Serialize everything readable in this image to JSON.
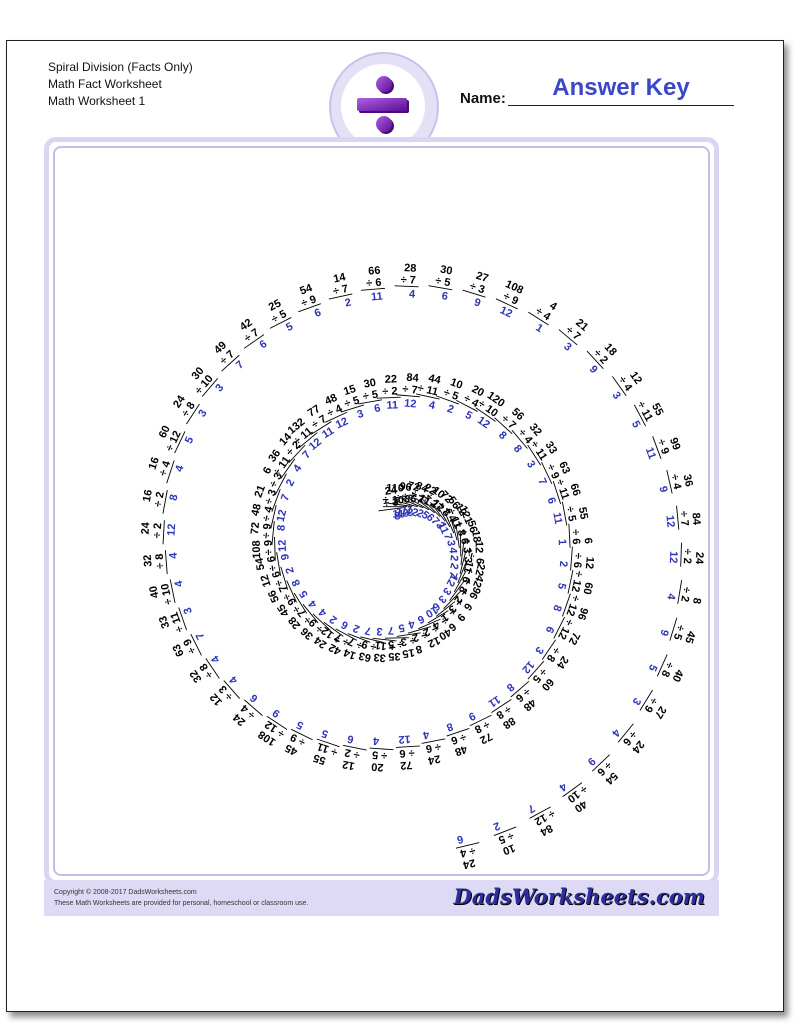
{
  "header": {
    "line1": "Spiral Division (Facts Only)",
    "line2": "Math Fact Worksheet",
    "line3": "Math Worksheet 1"
  },
  "name_label": "Name:",
  "answer_key": "Answer Key",
  "footer": {
    "copyright": "Copyright © 2008-2017 DadsWorksheets.com",
    "note": "These Math Worksheets are provided for personal, homeschool or classroom use.",
    "logo": "DadsWorksheets.com"
  },
  "colors": {
    "answer": "#2f35b8",
    "emblem": "#7a1fb8",
    "frame": "#d9d5f4"
  },
  "icons": [
    "division-symbol-icon"
  ],
  "problems": [
    {
      "a": "24",
      "b": "3",
      "ans": "8"
    },
    {
      "a": "110",
      "b": "10",
      "ans": "11"
    },
    {
      "a": "96",
      "b": "8",
      "ans": "12"
    },
    {
      "a": "72",
      "b": "6",
      "ans": "12"
    },
    {
      "a": "84",
      "b": "7",
      "ans": "12"
    },
    {
      "a": "22",
      "b": "11",
      "ans": "2"
    },
    {
      "a": "10",
      "b": "2",
      "ans": "5"
    },
    {
      "a": "72",
      "b": "12",
      "ans": "6"
    },
    {
      "a": "56",
      "b": "8",
      "ans": "7"
    },
    {
      "a": "12",
      "b": "4",
      "ans": "3"
    },
    {
      "a": "121",
      "b": "11",
      "ans": "11"
    },
    {
      "a": "56",
      "b": "8",
      "ans": "7"
    },
    {
      "a": "18",
      "b": "6",
      "ans": "3"
    },
    {
      "a": "12",
      "b": "3",
      "ans": "4"
    },
    {
      "a": "6",
      "b": "3",
      "ans": "2"
    },
    {
      "a": "22",
      "b": "11",
      "ans": "2"
    },
    {
      "a": "42",
      "b": "6",
      "ans": "7"
    },
    {
      "a": "96",
      "b": "8",
      "ans": "12"
    },
    {
      "a": "6",
      "b": "2",
      "ans": "3"
    },
    {
      "a": "9",
      "b": "3",
      "ans": "3"
    },
    {
      "a": "6",
      "b": "1",
      "ans": "6"
    },
    {
      "a": "40",
      "b": "4",
      "ans": "10"
    },
    {
      "a": "12",
      "b": "2",
      "ans": "6"
    },
    {
      "a": "8",
      "b": "2",
      "ans": "4"
    },
    {
      "a": "15",
      "b": "3",
      "ans": "5"
    },
    {
      "a": "35",
      "b": "5",
      "ans": "7"
    },
    {
      "a": "33",
      "b": "11",
      "ans": "3"
    },
    {
      "a": "63",
      "b": "9",
      "ans": "7"
    },
    {
      "a": "14",
      "b": "7",
      "ans": "2"
    },
    {
      "a": "42",
      "b": "7",
      "ans": "6"
    },
    {
      "a": "24",
      "b": "12",
      "ans": "2"
    },
    {
      "a": "36",
      "b": "9",
      "ans": "4"
    },
    {
      "a": "28",
      "b": "7",
      "ans": "4"
    },
    {
      "a": "45",
      "b": "9",
      "ans": "5"
    },
    {
      "a": "56",
      "b": "7",
      "ans": "8"
    },
    {
      "a": "12",
      "b": "6",
      "ans": "2"
    },
    {
      "a": "54",
      "b": "6",
      "ans": "9"
    },
    {
      "a": "108",
      "b": "9",
      "ans": "12"
    },
    {
      "a": "72",
      "b": "9",
      "ans": "8"
    },
    {
      "a": "48",
      "b": "4",
      "ans": "12"
    },
    {
      "a": "21",
      "b": "3",
      "ans": "7"
    },
    {
      "a": "6",
      "b": "3",
      "ans": "2"
    },
    {
      "a": "36",
      "b": "11",
      "ans": "4"
    },
    {
      "a": "14",
      "b": "2",
      "ans": "7"
    },
    {
      "a": "132",
      "b": "11",
      "ans": "12"
    },
    {
      "a": "77",
      "b": "7",
      "ans": "11"
    },
    {
      "a": "48",
      "b": "4",
      "ans": "12"
    },
    {
      "a": "15",
      "b": "5",
      "ans": "3"
    },
    {
      "a": "30",
      "b": "5",
      "ans": "6"
    },
    {
      "a": "22",
      "b": "2",
      "ans": "11"
    },
    {
      "a": "84",
      "b": "7",
      "ans": "12"
    },
    {
      "a": "44",
      "b": "11",
      "ans": "4"
    },
    {
      "a": "10",
      "b": "5",
      "ans": "2"
    },
    {
      "a": "20",
      "b": "4",
      "ans": "5"
    },
    {
      "a": "120",
      "b": "10",
      "ans": "12"
    },
    {
      "a": "56",
      "b": "7",
      "ans": "8"
    },
    {
      "a": "32",
      "b": "4",
      "ans": "8"
    },
    {
      "a": "33",
      "b": "11",
      "ans": "3"
    },
    {
      "a": "63",
      "b": "9",
      "ans": "7"
    },
    {
      "a": "66",
      "b": "11",
      "ans": "6"
    },
    {
      "a": "55",
      "b": "5",
      "ans": "11"
    },
    {
      "a": "6",
      "b": "6",
      "ans": "1"
    },
    {
      "a": "12",
      "b": "6",
      "ans": "2"
    },
    {
      "a": "60",
      "b": "12",
      "ans": "5"
    },
    {
      "a": "96",
      "b": "12",
      "ans": "8"
    },
    {
      "a": "72",
      "b": "12",
      "ans": "6"
    },
    {
      "a": "24",
      "b": "8",
      "ans": "3"
    },
    {
      "a": "60",
      "b": "5",
      "ans": "12"
    },
    {
      "a": "48",
      "b": "6",
      "ans": "8"
    },
    {
      "a": "88",
      "b": "8",
      "ans": "11"
    },
    {
      "a": "72",
      "b": "8",
      "ans": "9"
    },
    {
      "a": "48",
      "b": "6",
      "ans": "8"
    },
    {
      "a": "24",
      "b": "6",
      "ans": "4"
    },
    {
      "a": "72",
      "b": "6",
      "ans": "12"
    },
    {
      "a": "20",
      "b": "5",
      "ans": "4"
    },
    {
      "a": "12",
      "b": "2",
      "ans": "6"
    },
    {
      "a": "55",
      "b": "11",
      "ans": "5"
    },
    {
      "a": "45",
      "b": "9",
      "ans": "5"
    },
    {
      "a": "108",
      "b": "12",
      "ans": "9"
    },
    {
      "a": "24",
      "b": "4",
      "ans": "6"
    },
    {
      "a": "12",
      "b": "3",
      "ans": "4"
    },
    {
      "a": "32",
      "b": "8",
      "ans": "4"
    },
    {
      "a": "63",
      "b": "9",
      "ans": "7"
    },
    {
      "a": "33",
      "b": "11",
      "ans": "3"
    },
    {
      "a": "40",
      "b": "10",
      "ans": "4"
    },
    {
      "a": "32",
      "b": "8",
      "ans": "4"
    },
    {
      "a": "24",
      "b": "2",
      "ans": "12"
    },
    {
      "a": "16",
      "b": "2",
      "ans": "8"
    },
    {
      "a": "16",
      "b": "4",
      "ans": "4"
    },
    {
      "a": "60",
      "b": "12",
      "ans": "5"
    },
    {
      "a": "24",
      "b": "8",
      "ans": "3"
    },
    {
      "a": "30",
      "b": "10",
      "ans": "3"
    },
    {
      "a": "49",
      "b": "7",
      "ans": "7"
    },
    {
      "a": "42",
      "b": "7",
      "ans": "6"
    },
    {
      "a": "25",
      "b": "5",
      "ans": "5"
    },
    {
      "a": "54",
      "b": "9",
      "ans": "6"
    },
    {
      "a": "14",
      "b": "7",
      "ans": "2"
    },
    {
      "a": "66",
      "b": "6",
      "ans": "11"
    },
    {
      "a": "28",
      "b": "7",
      "ans": "4"
    },
    {
      "a": "30",
      "b": "5",
      "ans": "6"
    },
    {
      "a": "27",
      "b": "3",
      "ans": "9"
    },
    {
      "a": "108",
      "b": "9",
      "ans": "12"
    },
    {
      "a": "4",
      "b": "4",
      "ans": "1"
    },
    {
      "a": "21",
      "b": "7",
      "ans": "3"
    },
    {
      "a": "18",
      "b": "2",
      "ans": "9"
    },
    {
      "a": "12",
      "b": "4",
      "ans": "3"
    },
    {
      "a": "55",
      "b": "11",
      "ans": "5"
    },
    {
      "a": "99",
      "b": "9",
      "ans": "11"
    },
    {
      "a": "36",
      "b": "4",
      "ans": "9"
    },
    {
      "a": "84",
      "b": "7",
      "ans": "12"
    },
    {
      "a": "24",
      "b": "2",
      "ans": "12"
    },
    {
      "a": "8",
      "b": "2",
      "ans": "4"
    },
    {
      "a": "45",
      "b": "5",
      "ans": "9"
    },
    {
      "a": "40",
      "b": "8",
      "ans": "5"
    },
    {
      "a": "27",
      "b": "9",
      "ans": "3"
    },
    {
      "a": "24",
      "b": "6",
      "ans": "4"
    },
    {
      "a": "54",
      "b": "6",
      "ans": "9"
    },
    {
      "a": "40",
      "b": "10",
      "ans": "4"
    },
    {
      "a": "84",
      "b": "12",
      "ans": "7"
    },
    {
      "a": "10",
      "b": "5",
      "ans": "2"
    },
    {
      "a": "24",
      "b": "4",
      "ans": "6"
    }
  ]
}
